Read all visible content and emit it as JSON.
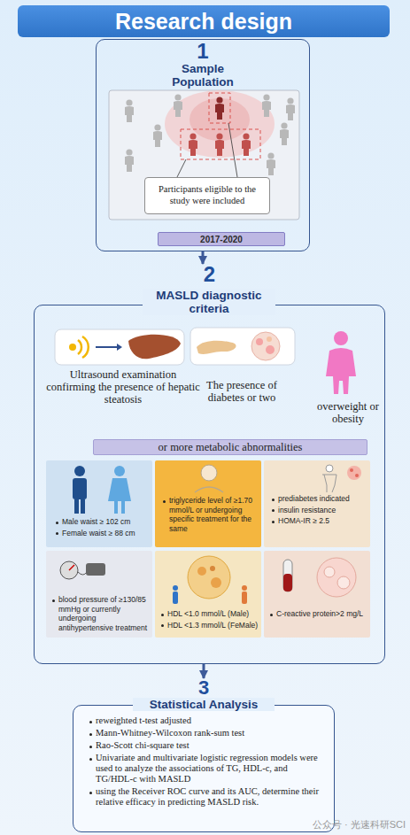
{
  "diagram": {
    "title": "Research design",
    "nodes": [
      {
        "text": [
          "1",
          "Sample Population"
        ]
      },
      {
        "text": [
          "Participants eligible to the study were included"
        ],
        "in": 0
      },
      {
        "text": [
          "2017-2020"
        ],
        "in": 0
      },
      {
        "text": [
          "2",
          "MASLD diagnostic criteria"
        ]
      },
      {
        "text": [
          "Ultrasound examination confirming the presence of hepatic steatosis"
        ],
        "in": 3
      },
      {
        "text": [
          "The presence of diabetes or two"
        ],
        "in": 3
      },
      {
        "text": [
          "or more metabolic abnormalities"
        ],
        "in": 3
      },
      {
        "text": [
          "Male waist ≥ 102 cm",
          "Female waist ≥ 88 cm"
        ],
        "in": 3
      },
      {
        "text": [
          "triglyceride level of ≥1.70 mmol/L or undergoing specific treatment for the same"
        ],
        "in": 3
      },
      {
        "text": [
          "prediabetes indicated",
          "insulin resistance",
          "HOMA-IR ≥ 2.5"
        ],
        "in": 3
      },
      {
        "text": [
          "blood pressure of ≥130/85 mmHg or currently undergoing antihypertensive treatment"
        ],
        "in": 3
      },
      {
        "text": [
          "HDL <1.0 mmol/L (Male)",
          "HDL <1.3 mmol/L (FeMale)"
        ],
        "in": 3
      },
      {
        "text": [
          "C-reactive protein>2 mg/L"
        ],
        "in": 3
      },
      {
        "text": [
          "3",
          "Statistical Analysis",
          "reweighted t-test adjusted",
          "Mann-Whitney-Wilcoxon rank-sum test",
          "Rao-Scott chi-square test",
          "Univariate and multivariate logistic regression models were used to analyze the associations of TG, HDL-c, and TG/HDL-c with MASLD",
          "using the Receiver ROC curve and its AUC, determine their relative efficacy in predicting MASLD risk."
        ]
      }
    ],
    "edges": [
      {
        "from": 0,
        "to": 3,
        "arrow": "to"
      },
      {
        "from": 3,
        "to": 13,
        "arrow": "to"
      }
    ],
    "labels": [
      "overweight or obesity",
      "公众号 · 光速科研SCI"
    ]
  }
}
